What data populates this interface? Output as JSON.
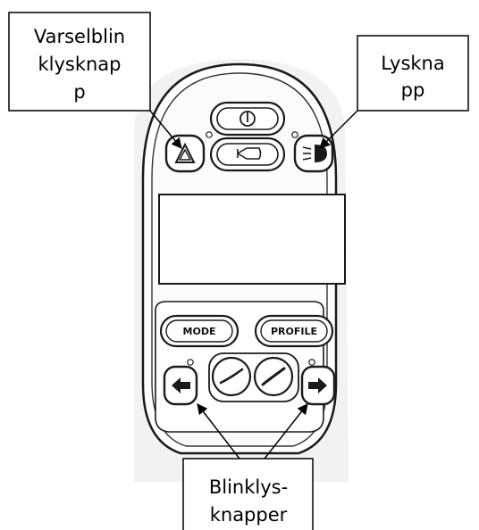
{
  "callouts": {
    "hazard": {
      "line1": "Varselblin",
      "line2": "klysknap",
      "line3": "p"
    },
    "lights": {
      "line1": "Lyskna",
      "line2": "pp"
    },
    "indicators": {
      "line1": "Blinklys-",
      "line2": "knapper"
    }
  },
  "buttons": {
    "mode_label": "MODE",
    "profile_label": "PROFILE"
  },
  "icons": {
    "power": "power-icon",
    "horn": "horn-icon",
    "hazard": "hazard-triangle-icon",
    "lights": "headlight-icon",
    "left_indicator": "left-arrow-icon",
    "right_indicator": "right-arrow-icon",
    "speed_down": "speed-decrease-icon",
    "speed_up": "speed-increase-icon"
  }
}
